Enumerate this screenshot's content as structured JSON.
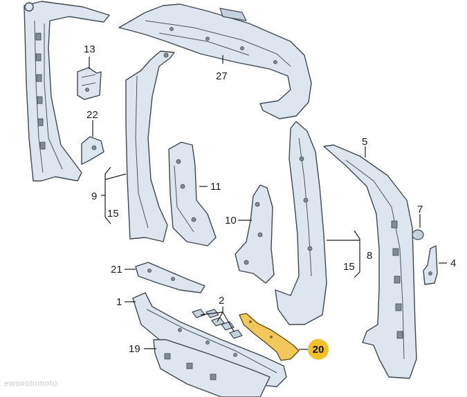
{
  "callouts": {
    "c13": "13",
    "c22": "22",
    "c27": "27",
    "c9": "9",
    "c15a": "15",
    "c11": "11",
    "c10": "10",
    "c5": "5",
    "c7": "7",
    "c4": "4",
    "c8": "8",
    "c15b": "15",
    "c21": "21",
    "c1": "1",
    "c2": "2",
    "c19": "19",
    "c20": "20"
  },
  "highlight_color": "#f2c029",
  "watermark": "ewoxotomoto"
}
